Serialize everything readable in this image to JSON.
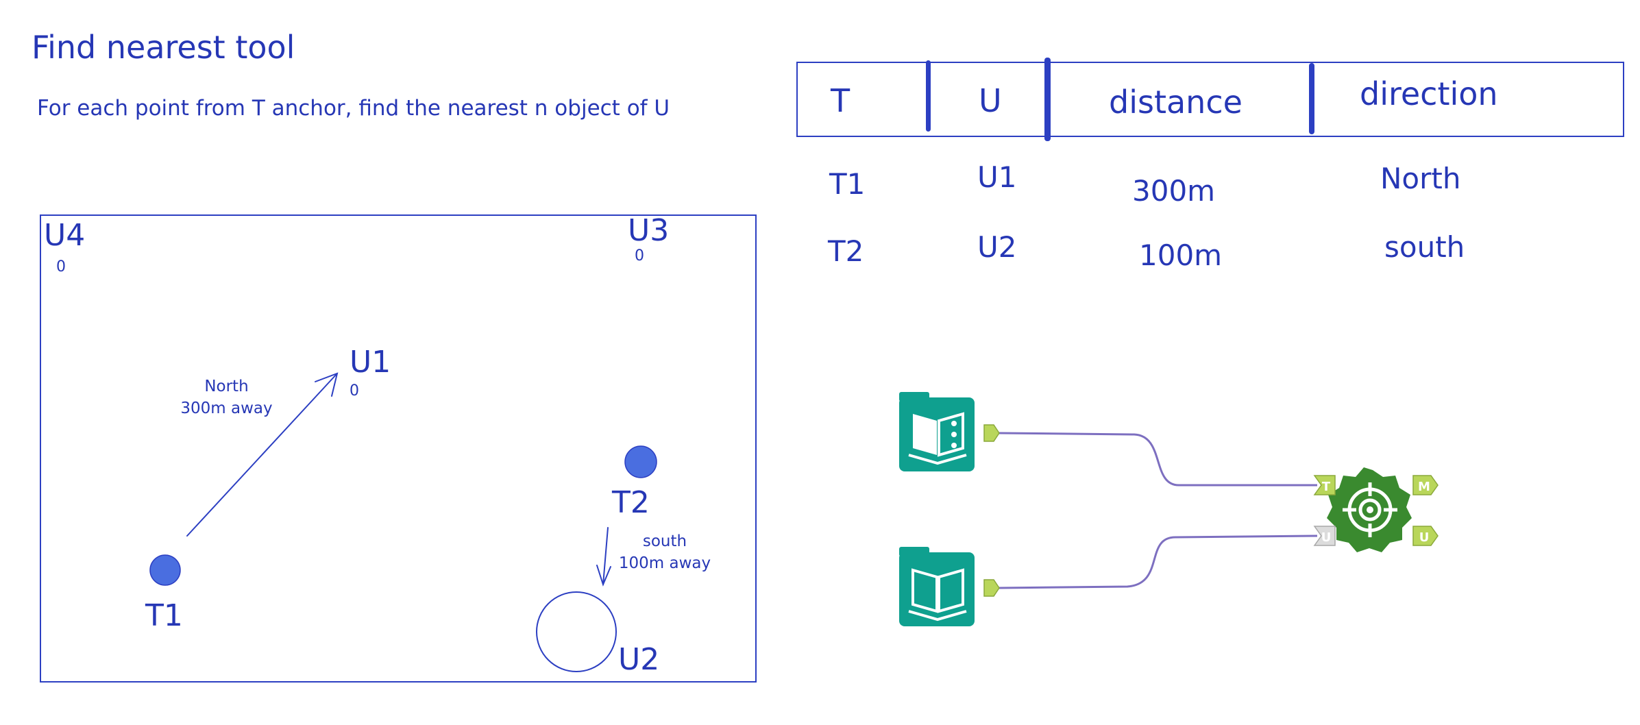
{
  "title": "Find nearest tool",
  "subtitle": "For each point from T anchor, find the nearest n object of U",
  "map": {
    "points": {
      "u4": {
        "label": "U4",
        "marker": "0"
      },
      "u3": {
        "label": "U3",
        "marker": "0"
      },
      "u1": {
        "label": "U1",
        "marker": "0"
      },
      "t2": {
        "label": "T2"
      },
      "t1": {
        "label": "T1"
      },
      "u2": {
        "label": "U2"
      }
    },
    "notes": {
      "north_line1": "North",
      "north_line2": "300m away",
      "south_line1": "south",
      "south_line2": "100m away"
    }
  },
  "table": {
    "headers": [
      "T",
      "U",
      "distance",
      "direction"
    ],
    "rows": [
      [
        "T1",
        "U1",
        "300m",
        "North"
      ],
      [
        "T2",
        "U2",
        "100m",
        "south"
      ]
    ]
  },
  "workflow": {
    "find_nearest_tool": {
      "input_anchors": [
        "T",
        "U"
      ],
      "output_anchors": [
        "M",
        "U"
      ]
    }
  },
  "colors": {
    "ink": "#2637b5",
    "point_fill": "#4a6ee0",
    "input_tool": "#0fa08f",
    "spatial_tool": "#3a8a2f",
    "anchor": "#b9d65a",
    "connector": "#7d6fc0"
  }
}
